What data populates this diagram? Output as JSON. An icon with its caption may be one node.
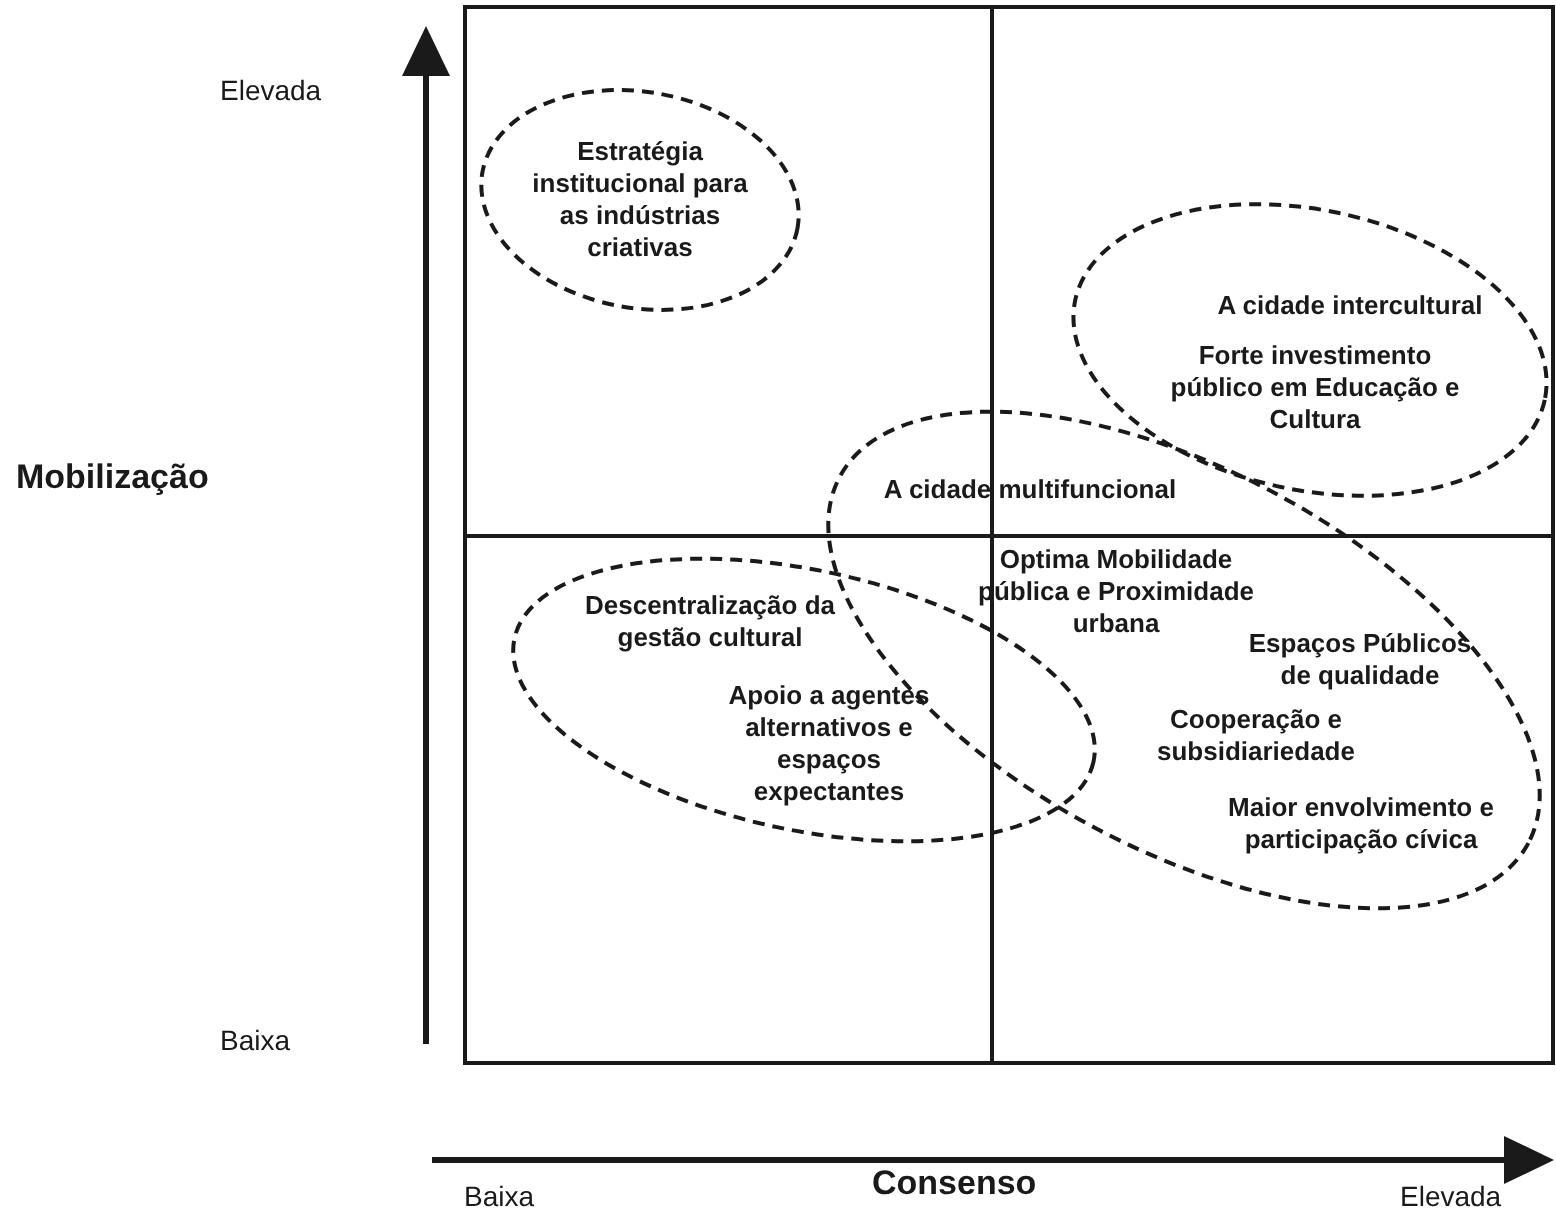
{
  "diagram": {
    "nodes": [
      {
        "text": [
          "Estratégia institucional para as indústrias criativas"
        ]
      },
      {
        "text": [
          "A cidade intercultural",
          "Forte investimento público em Educação e Cultura"
        ]
      },
      {
        "text": [
          "A cidade multifuncional",
          "Optima Mobilidade pública e Proximidade urbana",
          "Espaços Públicos de qualidade",
          "Cooperação e subsidiariedade",
          "Maior envolvimento e participação cívica"
        ]
      },
      {
        "text": [
          "Descentralização da gestão cultural",
          "Apoio a agentes alternativos e espaços expectantes"
        ]
      }
    ],
    "edges": [],
    "labels": [
      "Elevada",
      "Mobilização",
      "Baixa",
      "Baixa",
      "Consenso",
      "Elevada"
    ]
  }
}
